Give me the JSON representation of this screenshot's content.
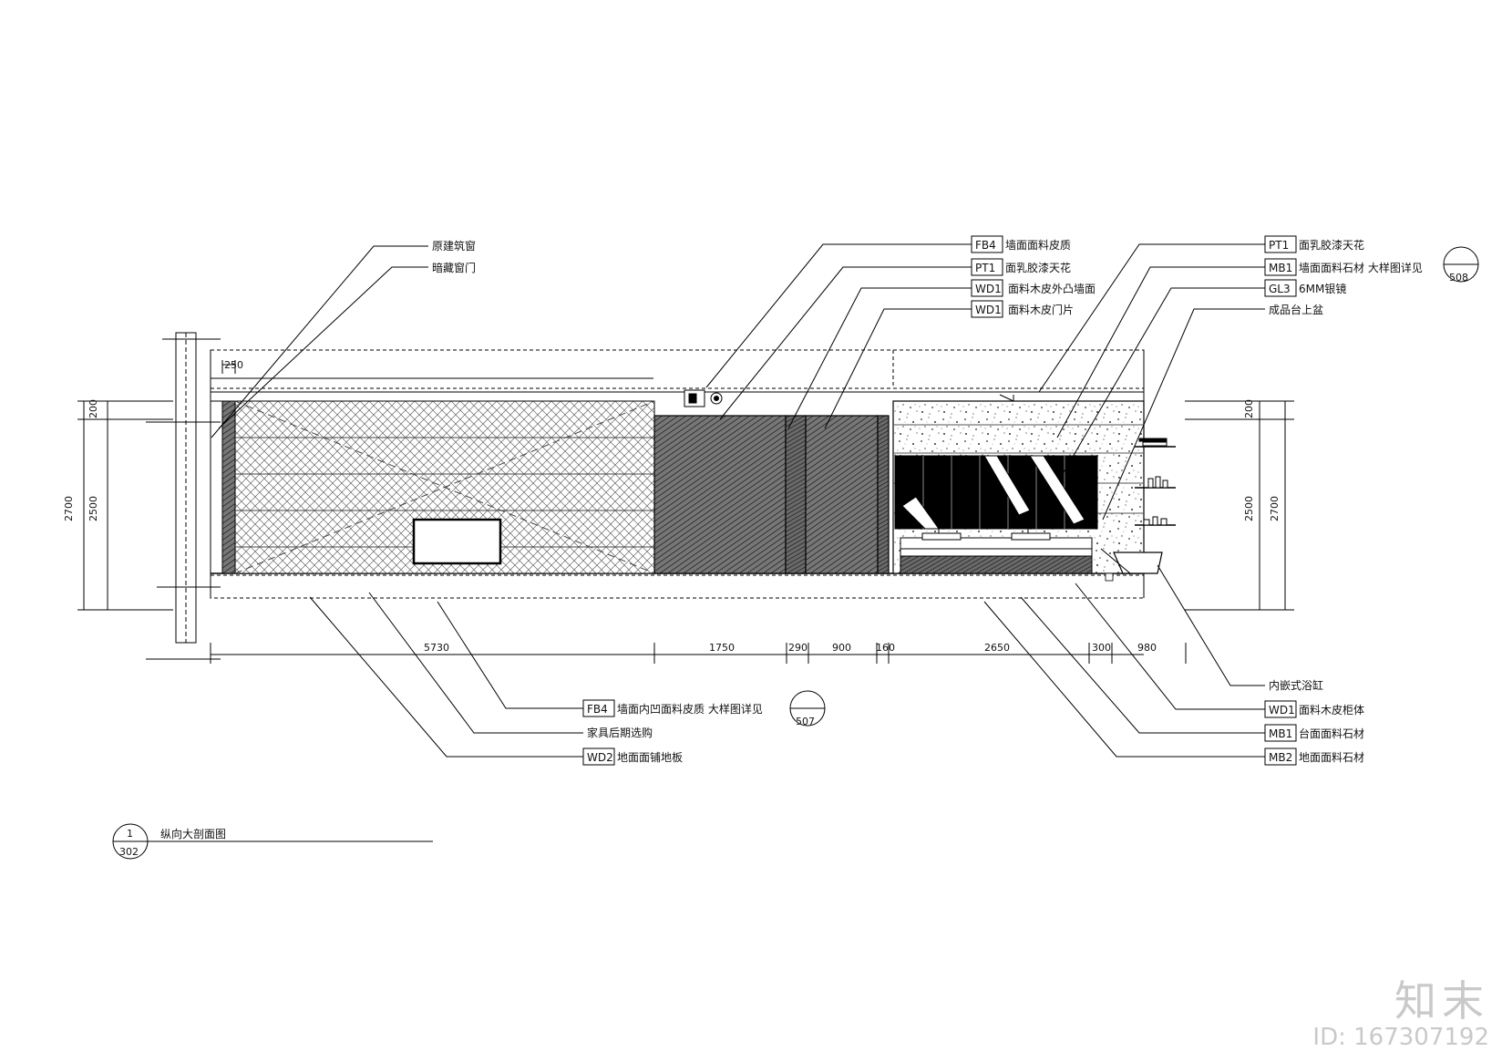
{
  "drawing": {
    "title": "纵向大剖面图",
    "title_ref_top": "1",
    "title_ref_bottom": "302"
  },
  "left_callouts": [
    {
      "text": "原建筑窗"
    },
    {
      "text": "暗藏窗门"
    }
  ],
  "top_mid_callouts": [
    {
      "code": "FB4",
      "text": "墙面面料皮质"
    },
    {
      "code": "PT1",
      "text": "面乳胶漆天花"
    },
    {
      "code": "WD1",
      "text": "面料木皮外凸墙面"
    },
    {
      "code": "WD1",
      "text": "面料木皮门片"
    }
  ],
  "top_right_callouts": [
    {
      "code": "PT1",
      "text": "面乳胶漆天花"
    },
    {
      "code": "MB1",
      "text": "墙面面料石材  大样图详见"
    },
    {
      "code": "GL3",
      "text": "6MM银镜"
    },
    {
      "code": "",
      "text": "成品台上盆"
    }
  ],
  "top_right_ref": "508",
  "bottom_left_callouts": [
    {
      "code": "FB4",
      "text": "墙面内凹面料皮质  大样图详见"
    },
    {
      "code": "",
      "text": "家具后期选购"
    },
    {
      "code": "WD2",
      "text": "地面面铺地板"
    }
  ],
  "bottom_left_ref": "507",
  "bottom_right_callouts": [
    {
      "code": "",
      "text": "内嵌式浴缸"
    },
    {
      "code": "WD1",
      "text": "面料木皮柜体"
    },
    {
      "code": "MB1",
      "text": "台面面料石材"
    },
    {
      "code": "MB2",
      "text": "地面面料石材"
    }
  ],
  "dimensions": {
    "horizontal": [
      "250",
      "5730",
      "1750",
      "290",
      "900",
      "160",
      "2650",
      "300",
      "980"
    ],
    "left_vertical": [
      "2700",
      "200",
      "2500"
    ],
    "right_vertical": [
      "200",
      "2500",
      "2700"
    ]
  },
  "watermark": {
    "logo": "知末",
    "id": "ID: 167307192"
  }
}
